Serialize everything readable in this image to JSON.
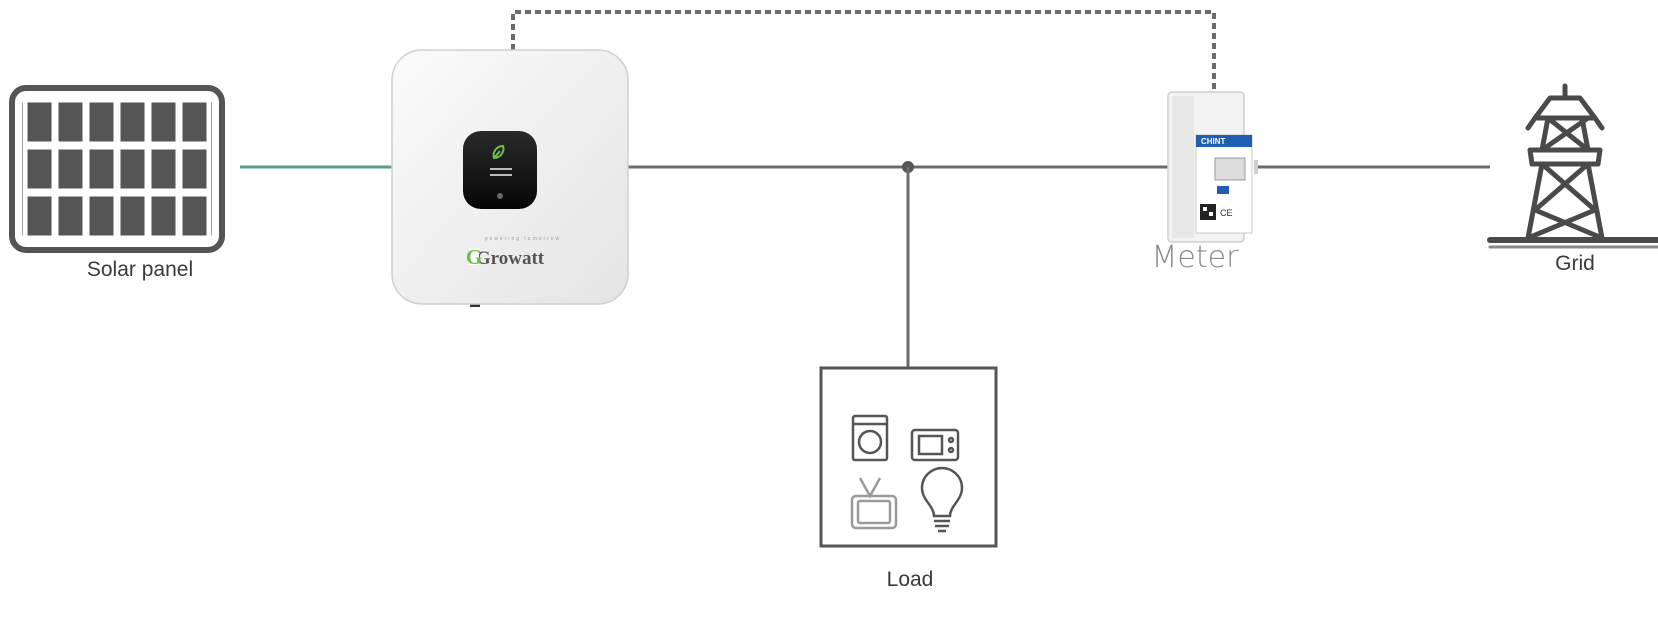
{
  "diagram": {
    "labels": {
      "solar_panel": "Solar panel",
      "meter": "Meter",
      "grid": "Grid",
      "load": "Load"
    },
    "inverter": {
      "brand": "Growatt",
      "tagline": "powering tomorrow"
    },
    "meter_device": {
      "brand": "CHINT"
    },
    "colors": {
      "dc_line": "#5a9e8a",
      "ac_line": "#6b6b6b",
      "comm_line": "#6b6b6b",
      "brand_green": "#6cc04a",
      "meter_blue": "#1f5fb3"
    }
  }
}
